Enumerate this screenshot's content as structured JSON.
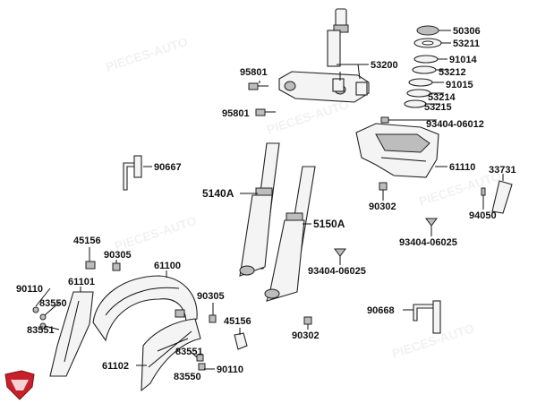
{
  "labels": {
    "p50306": "50306",
    "p53211": "53211",
    "p91014": "91014",
    "p53212": "53212",
    "p91015": "91015",
    "p53214": "53214",
    "p53215": "53215",
    "p53200": "53200",
    "p95801a": "95801",
    "p95801b": "95801",
    "p93404_06012": "93404-06012",
    "p61110": "61110",
    "p90667": "90667",
    "p5140A": "5140A",
    "p5150A": "5150A",
    "p90302a": "90302",
    "p33731": "33731",
    "p94050": "94050",
    "p93404_06025a": "93404-06025",
    "p93404_06025b": "93404-06025",
    "p45156a": "45156",
    "p90305a": "90305",
    "p61100": "61100",
    "p90110a": "90110",
    "p61101": "61101",
    "p83550a": "83550",
    "p83551a": "83551",
    "p90305b": "90305",
    "p90668": "90668",
    "p45156b": "45156",
    "p90302b": "90302",
    "p83551b": "83551",
    "p61102": "61102",
    "p90110b": "90110",
    "p83550b": "83550"
  },
  "watermark": "PIECES-AUTO",
  "logo_icon": "brand-shield-icon"
}
